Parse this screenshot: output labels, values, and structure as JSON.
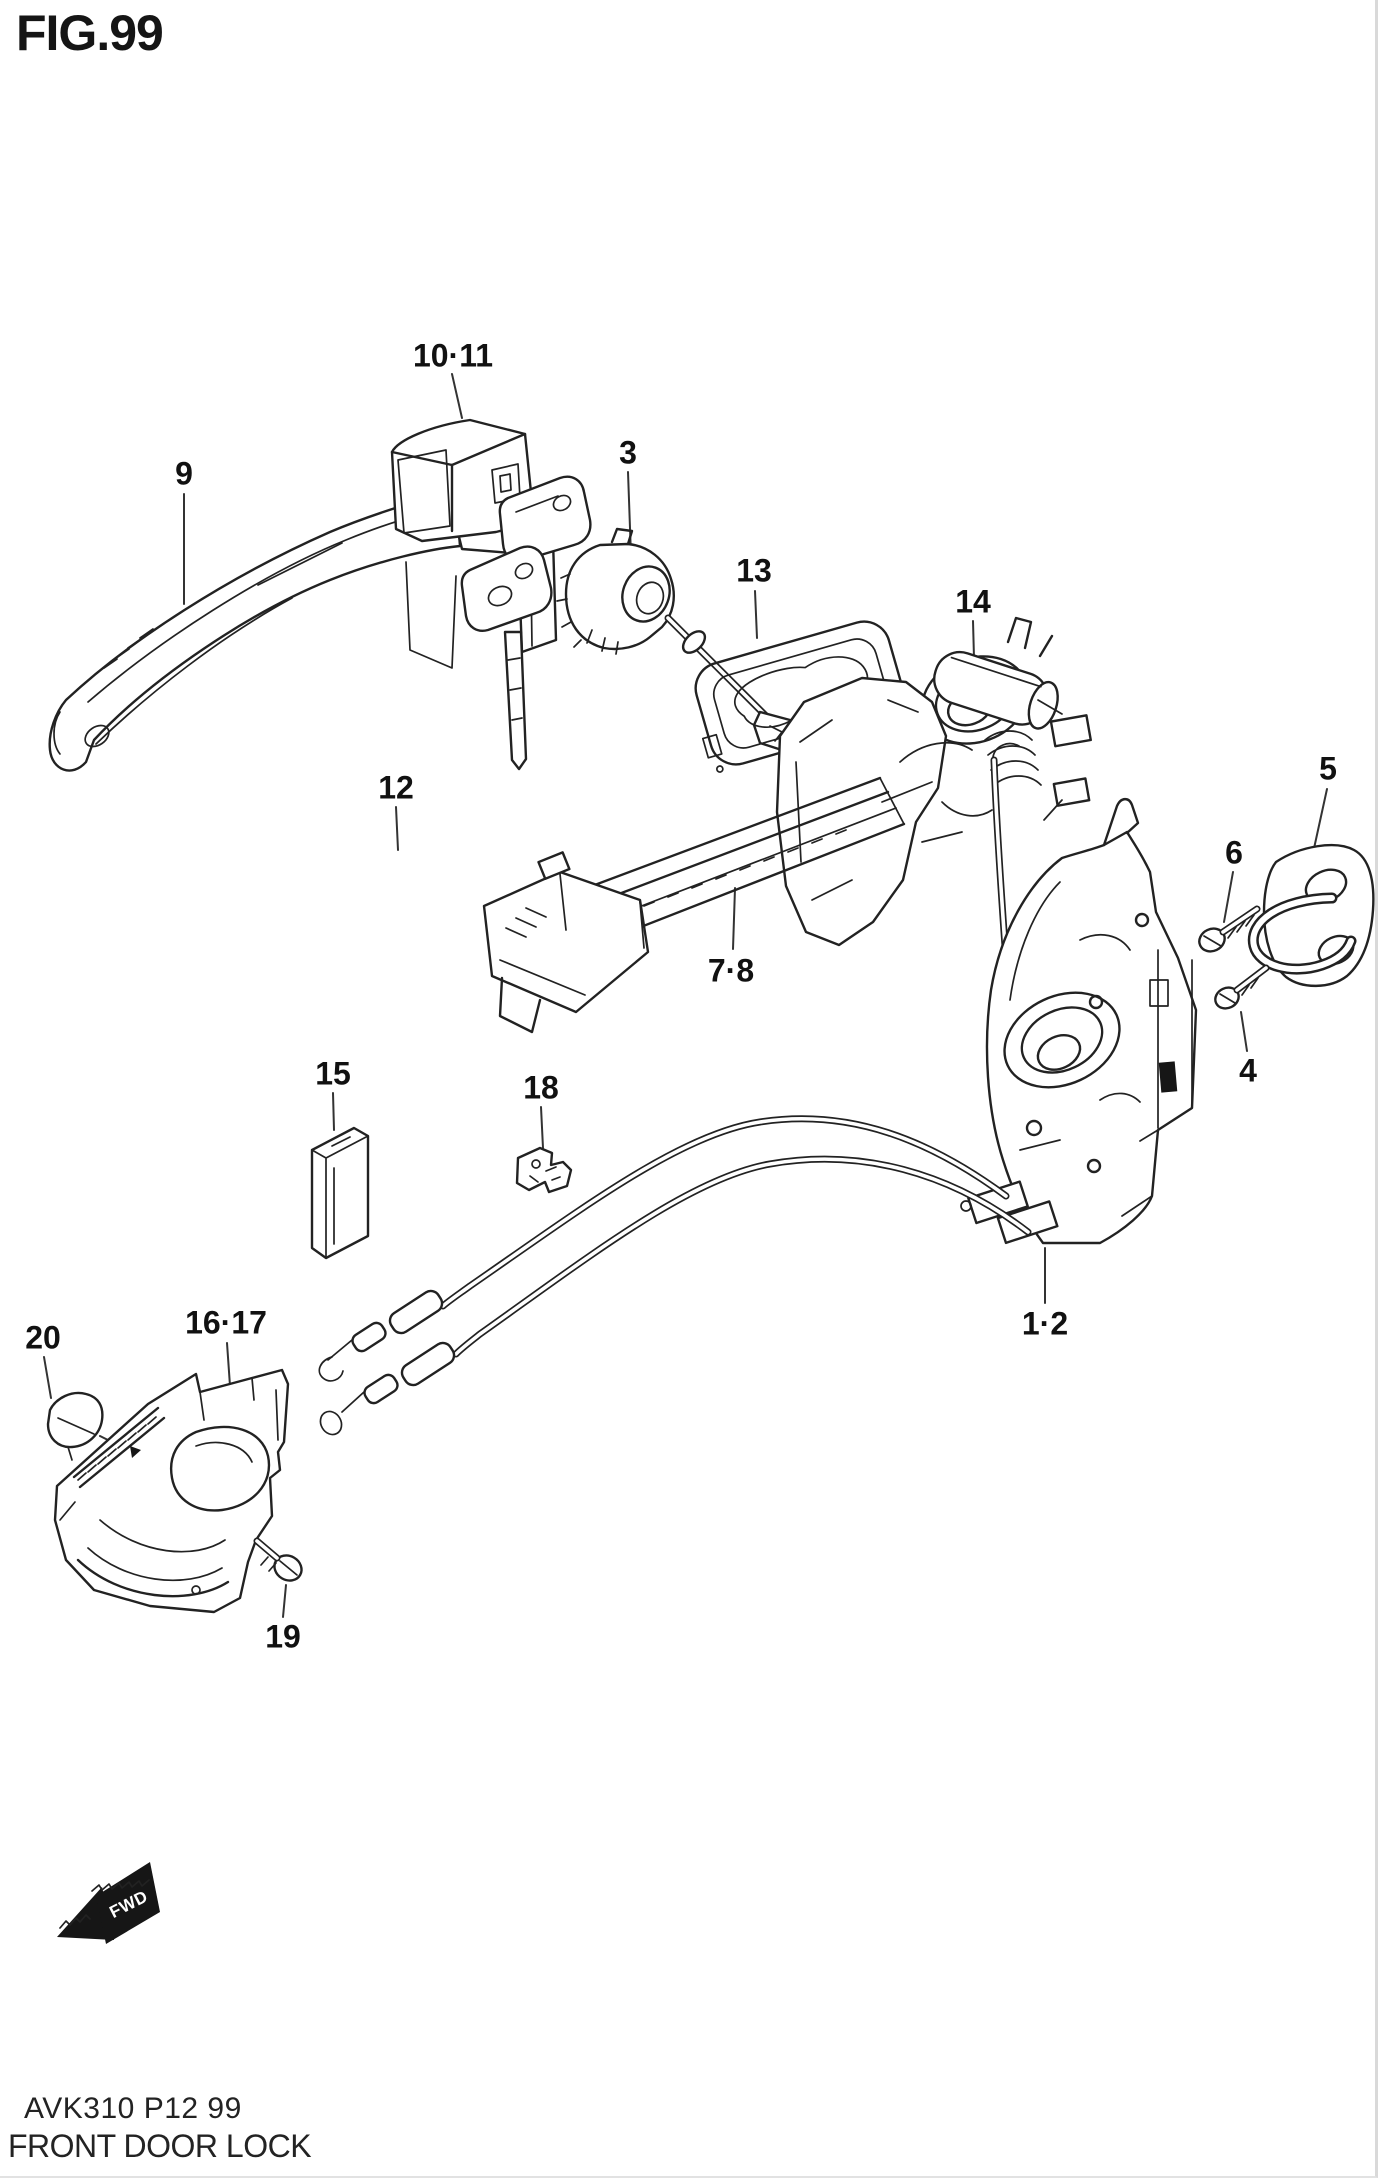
{
  "figure": {
    "title": "FIG.99",
    "footer_code": "AVK310 P12 99",
    "footer_caption": "FRONT DOOR LOCK"
  },
  "fwd_marker": {
    "label": "FWD"
  },
  "callouts": {
    "c1_2": {
      "label": "1·2"
    },
    "c3": {
      "label": "3"
    },
    "c4": {
      "label": "4"
    },
    "c5": {
      "label": "5"
    },
    "c6": {
      "label": "6"
    },
    "c7_8": {
      "label": "7·8"
    },
    "c9": {
      "label": "9"
    },
    "c10_11": {
      "label": "10·11"
    },
    "c12": {
      "label": "12"
    },
    "c13": {
      "label": "13"
    },
    "c14": {
      "label": "14"
    },
    "c15": {
      "label": "15"
    },
    "c16_17": {
      "label": "16·17"
    },
    "c18": {
      "label": "18"
    },
    "c19": {
      "label": "19"
    },
    "c20": {
      "label": "20"
    }
  },
  "colors": {
    "line": "#222222",
    "label": "#111111",
    "background": "#ffffff",
    "marker_fill": "#161616",
    "marker_text": "#ffffff"
  }
}
